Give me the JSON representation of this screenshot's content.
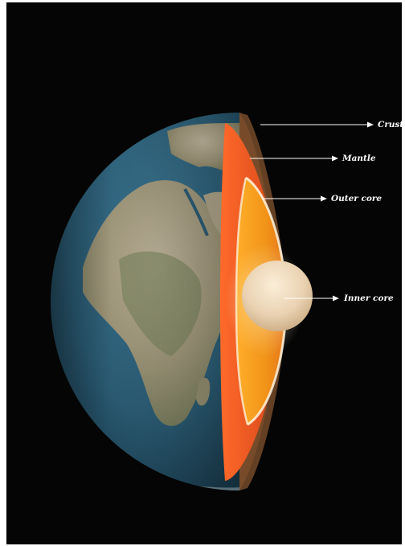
{
  "diagram": {
    "labels": {
      "crust": "Crust",
      "mantle": "Mantle",
      "outer_core": "Outer core",
      "inner_core": "Inner core"
    },
    "colors": {
      "background": "#050505",
      "ocean": "#2b5a72",
      "land": "#9a9378",
      "crust": "#6b4424",
      "mantle": "#e0501d",
      "outer_core": "#f29a1a",
      "inner_core": "#e8d2b4",
      "arrows": "#ffffff"
    }
  }
}
